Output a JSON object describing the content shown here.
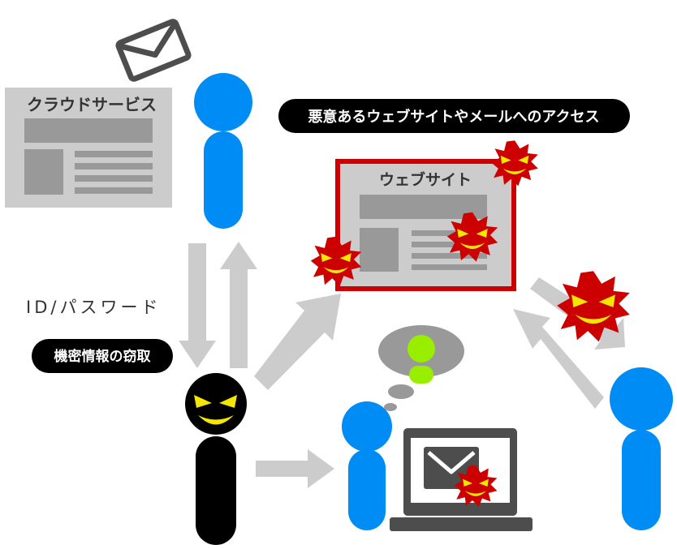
{
  "labels": {
    "cloud_service": "クラウドサービス",
    "malicious_access": "悪意あるウェブサイトやメールへのアクセス",
    "website": "ウェブサイト",
    "id_password": "ID/パスワード",
    "credential_theft": "機密情報の窃取"
  },
  "colors": {
    "victim_blue": "#008cf5",
    "attacker_black": "#000000",
    "evil_eyes": "#f5e600",
    "danger_red": "#cc0000",
    "panel_gray": "#cccccc",
    "panel_dark_gray": "#999999",
    "arrow_gray": "#cccccc",
    "thought_green": "#99ee00",
    "laptop_dark": "#4d4d4d",
    "envelope_dark": "#4d4d4d"
  },
  "icons": {
    "envelope": "envelope-icon",
    "evil_face": "evil-face-icon",
    "laptop": "laptop-icon",
    "thought_bubble": "thought-bubble-icon"
  }
}
